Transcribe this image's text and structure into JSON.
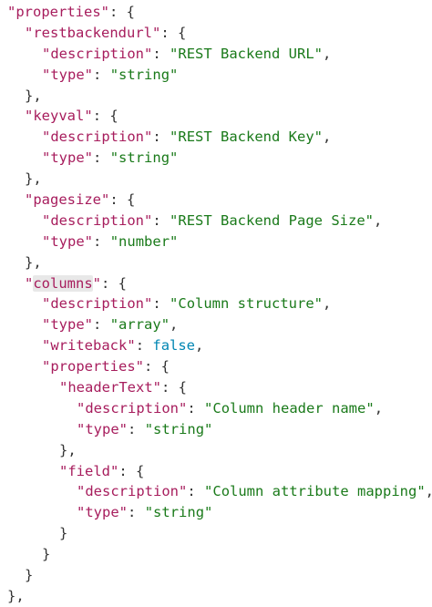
{
  "code": {
    "properties_key": "properties",
    "restbackendurl": {
      "key": "restbackendurl",
      "description_key": "description",
      "description": "REST Backend URL",
      "type_key": "type",
      "type": "string"
    },
    "keyval": {
      "key": "keyval",
      "description_key": "description",
      "description": "REST Backend Key",
      "type_key": "type",
      "type": "string"
    },
    "pagesize": {
      "key": "pagesize",
      "description_key": "description",
      "description": "REST Backend Page Size",
      "type_key": "type",
      "type": "number"
    },
    "columns": {
      "key": "columns",
      "description_key": "description",
      "description": "Column structure",
      "type_key": "type",
      "type": "array",
      "writeback_key": "writeback",
      "writeback": "false",
      "properties_key": "properties",
      "headerText": {
        "key": "headerText",
        "description_key": "description",
        "description": "Column header name",
        "type_key": "type",
        "type": "string"
      },
      "field": {
        "key": "field",
        "description_key": "description",
        "description": "Column attribute mapping",
        "type_key": "type",
        "type": "string"
      }
    }
  },
  "colors": {
    "key": "#a71d5d",
    "string_value": "#1a7a1a",
    "boolean": "#0086b3",
    "punctuation": "#333333",
    "highlight": "#e8e8e8"
  }
}
